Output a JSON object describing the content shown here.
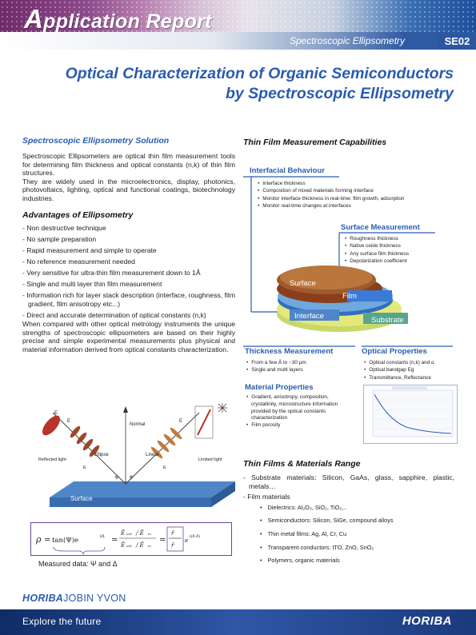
{
  "header": {
    "title_first": "A",
    "title_rest": "pplication Report",
    "band_label": "Spectroscopic Ellipsometry",
    "code": "SE02"
  },
  "title": {
    "line1": "Optical Characterization of Organic Semiconductors",
    "line2": "by Spectroscopic Ellipsometry"
  },
  "left": {
    "solution_heading": "Spectroscopic Ellipsometry Solution",
    "solution_text": "Spectroscopic Ellipsometers are optical thin film measurement tools for determining film thickness and optical constants (n,k) of thin film structures.",
    "solution_text2": "They are widely used in the microelectronics, display, photonics, photovoltaics, lighting, optical and functional coatings, biotechnology industries.",
    "advantages_heading": "Advantages of Ellipsometry",
    "advantages": [
      "- Non destructive technique",
      "- No sample preparation",
      "- Rapid measurement and simple to operate",
      "- No reference measurement needed",
      "- Very sensitive for ultra-thin film measurement down to 1Å",
      "- Single and multi layer thin film measurement",
      "- Information rich for layer stack description (interface, roughness, film gradient, film anisotropy etc...)",
      "- Direct and accurate determination of optical constants (n,k)"
    ],
    "closing_text": "When compared with other optical metrology instruments the unique strengths of spectroscopic ellipsometers are based on their highly precise and simple experimental measurements plus physical and material information derived from optical constants characterization.",
    "diagram": {
      "e_inc": "E",
      "normal": "Normal",
      "ellipse": "Ellipse",
      "linear": "Linear",
      "reflected_light": "Reflected light",
      "limited_light": "Limited light",
      "surface": "Surface",
      "phi": "φ",
      "e_out": "E",
      "e_in": "E"
    },
    "formula": {
      "rho": "ρ",
      "eq": "=",
      "tan": "tan(Ψ)e",
      "idelta": "iΔ",
      "eq2": "=",
      "eq3": "="
    },
    "measured_caption": "Measured data: Ψ and Δ"
  },
  "right": {
    "capabilities_heading": "Thin Film Measurement Capabilities",
    "interfacial_heading": "Interfacial Behaviour",
    "interfacial_items": [
      "Interface thickness",
      "Composition of mixed materials forming interface",
      "Monitor interface thickness in real-time: film growth, adsorption",
      "Monitor real-time changes at interfaces"
    ],
    "surface_heading": "Surface Measurement",
    "surface_items": [
      "Roughness thickness",
      "Native oxide thickness",
      "Any surface film thickness",
      "Depolarization coefficient"
    ],
    "layer_labels": {
      "surface": "Surface",
      "film": "Film",
      "interface": "Interface",
      "substrate": "Substrate"
    },
    "thickness_heading": "Thickness Measurement",
    "thickness_items": [
      "From a few Å to ~30 µm",
      "Single and multi layers"
    ],
    "optical_heading": "Optical Properties",
    "optical_items": [
      "Optical constants (n,k) and α",
      "Optical bandgap Eg",
      "Transmittance, Reflectance"
    ],
    "material_heading": "Material Properties",
    "material_items": [
      "Gradient, anisotropy, composition, crystallinity, microstructure information provided by the optical constants characterization",
      "Film porosity"
    ],
    "range_heading": "Thin Films & Materials Range",
    "substrate_line": "- Substrate materials: Silicon, GaAs, glass, sapphire, plastic, metals…",
    "film_line": "- Film materials",
    "film_items": [
      "Dielectrics: Al₂O₃, SiO₂, TiO₂,..",
      "Semiconductors: Silicon, SiGe, compound alloys",
      "Thin metal films: Ag, Al, Cr, Cu",
      "Transparent conductors: ITO, ZnO, SnO₂",
      "Polymers, organic materials"
    ]
  },
  "footer": {
    "logo_bold": "HORIBA",
    "logo_rest": "JOBIN YVON",
    "tagline": "Explore the future",
    "brand": "HORIBA"
  },
  "colors": {
    "accent_blue": "#2a5cb0",
    "header_purple": "#6f2a6a",
    "footer_navy": "#0f2c66"
  }
}
